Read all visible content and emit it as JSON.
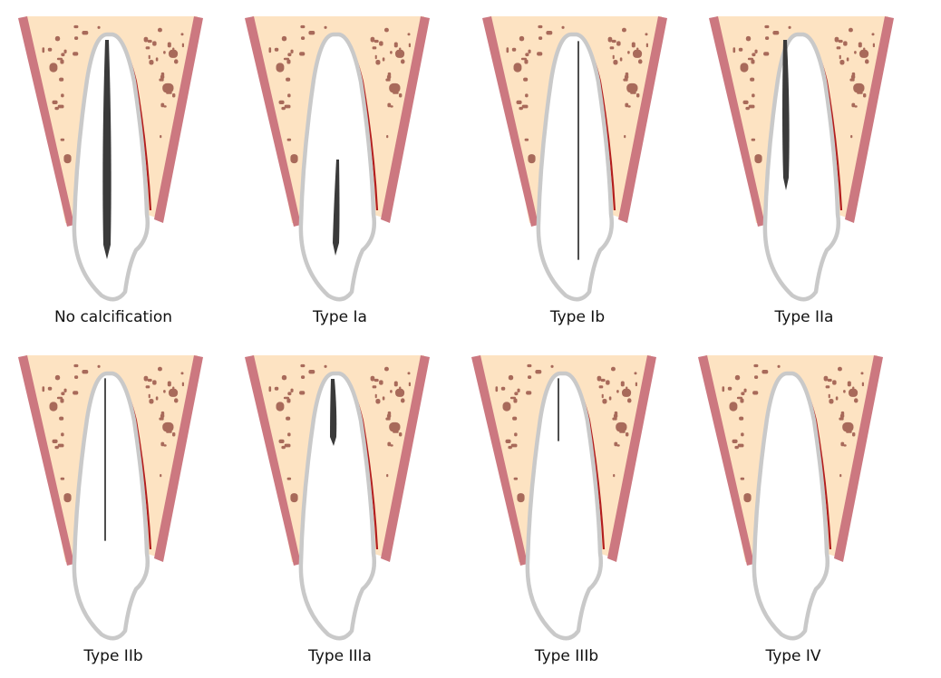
{
  "colors": {
    "gum": "#cc7880",
    "bone": "#fde3c2",
    "marrow": "#a86a5a",
    "ligament": "#b31e1e",
    "tooth_outline": "#c9c9c9",
    "tooth_fill": "#ffffff",
    "canal": "#3a3a3a"
  },
  "panels": [
    {
      "label": "No calcification",
      "canal": "full_wide"
    },
    {
      "label": "Type Ia",
      "canal": "apical_wide"
    },
    {
      "label": "Type Ib",
      "canal": "full_thin"
    },
    {
      "label": "Type IIa",
      "canal": "coronal_two_thirds_wide"
    },
    {
      "label": "Type IIb",
      "canal": "coronal_two_thirds_thin"
    },
    {
      "label": "Type IIIa",
      "canal": "coronal_third_wide"
    },
    {
      "label": "Type IIIb",
      "canal": "coronal_third_thin"
    },
    {
      "label": "Type IV",
      "canal": "none"
    }
  ]
}
